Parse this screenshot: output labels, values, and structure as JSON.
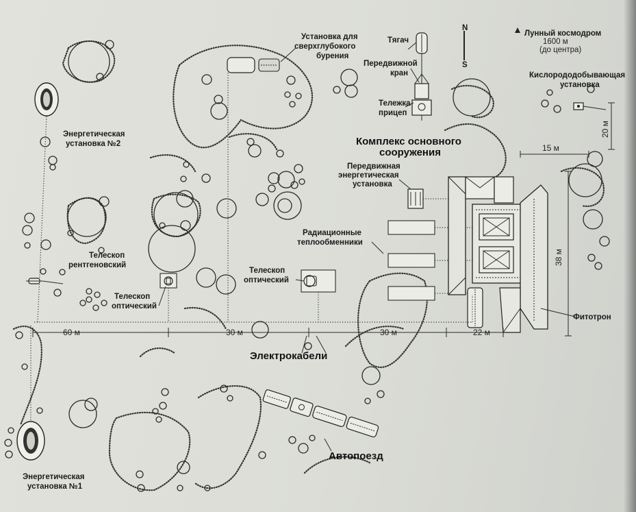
{
  "labels": {
    "moon_cosmodrome": "Лунный космодром",
    "moon_cosmodrome_distance": "1600 м",
    "moon_cosmodrome_note": "(до центра)",
    "oxygen_plant_line1": "Кислорододобывающая",
    "oxygen_plant_line2": "установка",
    "drilling_line1": "Установка для",
    "drilling_line2": "сверхглубокого",
    "drilling_line3": "бурения",
    "tractor": "Тягач",
    "crane_line1": "Передвижной",
    "crane_line2": "кран",
    "trailer_line1": "Тележка",
    "trailer_line2": "прицеп",
    "main_complex_line1": "Комплекс основного",
    "main_complex_line2": "сооружения",
    "mobile_power_line1": "Передвижная",
    "mobile_power_line2": "энергетическая",
    "mobile_power_line3": "установка",
    "radiators_line1": "Радиационные",
    "radiators_line2": "теплообменники",
    "power2_line1": "Энергетическая",
    "power2_line2": "установка №2",
    "xray_telescope_line1": "Телескоп",
    "xray_telescope_line2": "рентгеновский",
    "optical_telescope1_line1": "Телескоп",
    "optical_telescope1_line2": "оптический",
    "optical_telescope2_line1": "Телескоп",
    "optical_telescope2_line2": "оптический",
    "phytotron": "Фитотрон",
    "cables": "Электрокабели",
    "road_train": "Автопоезд",
    "power1_line1": "Энергетическая",
    "power1_line2": "установка №1"
  },
  "compass": {
    "north": "N",
    "south": "S"
  },
  "dimensions": {
    "d60": "60 м",
    "d30a": "30 м",
    "d30b": "30 м",
    "d22": "22 м",
    "d15": "15 м",
    "d20": "20 м",
    "d38": "38 м"
  }
}
